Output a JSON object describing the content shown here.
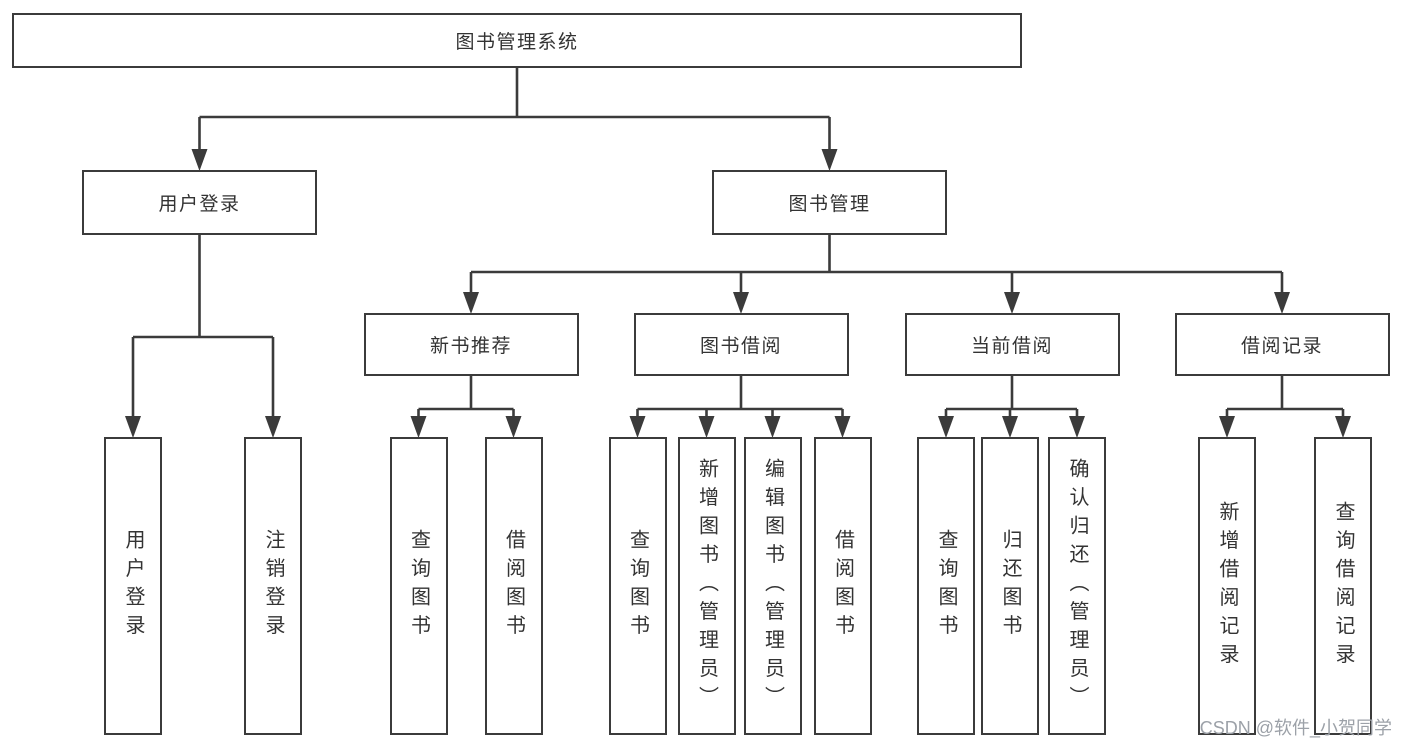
{
  "diagram": {
    "root": "图书管理系统",
    "user_branch": {
      "label": "用户登录",
      "children": [
        "用户登录",
        "注销登录"
      ]
    },
    "book_branch": {
      "label": "图书管理",
      "sections": [
        {
          "label": "新书推荐",
          "children": [
            "查询图书",
            "借阅图书"
          ]
        },
        {
          "label": "图书借阅",
          "children": [
            "查询图书",
            "新增图书（管理员）",
            "编辑图书（管理员）",
            "借阅图书"
          ]
        },
        {
          "label": "当前借阅",
          "children": [
            "查询图书",
            "归还图书",
            "确认归还（管理员）"
          ]
        },
        {
          "label": "借阅记录",
          "children": [
            "新增借阅记录",
            "查询借阅记录"
          ]
        }
      ]
    }
  },
  "watermark": "CSDN @软件_小贺同学",
  "colors": {
    "line": "#3b3b3b",
    "text": "#333333",
    "watermark": "#9ca1a8",
    "background": "#ffffff"
  }
}
